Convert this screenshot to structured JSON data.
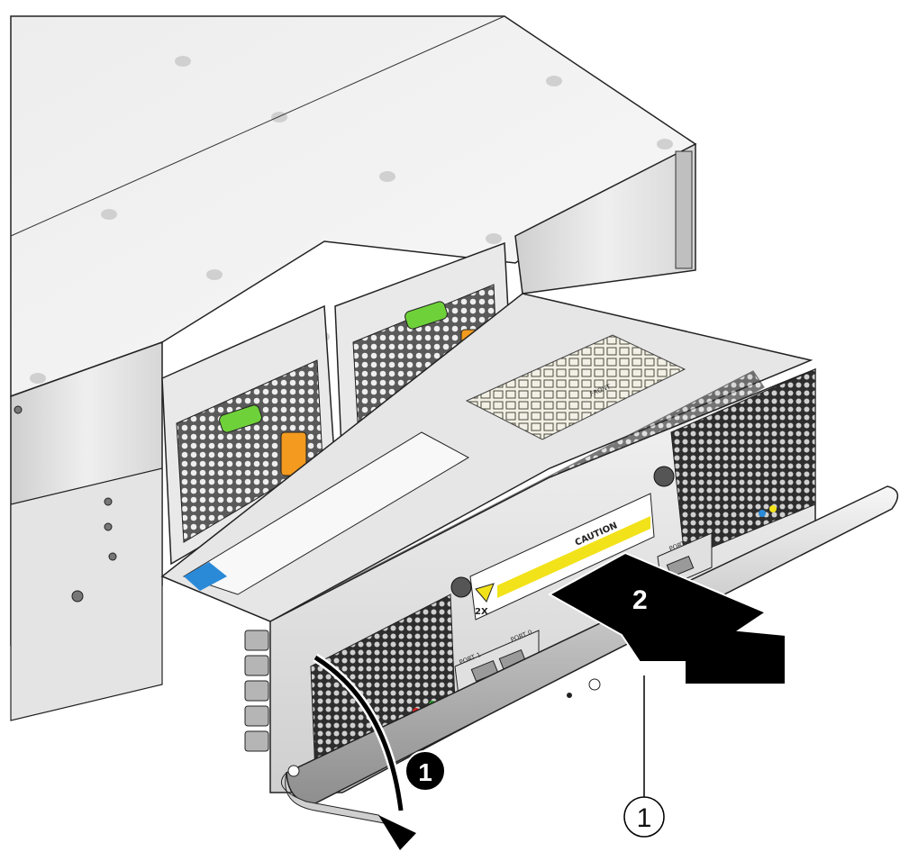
{
  "diagram": {
    "arrow_step_label": "2",
    "rotation_step_label": "1",
    "callout_label": "1",
    "caution_label": "CAUTION",
    "caution_symbol": "2X",
    "port_labels": [
      "PORT 1",
      "PORT 0",
      "PORT 1"
    ],
    "label_front": "FRONT"
  },
  "colors": {
    "chassis_light": "#f2f2f2",
    "chassis_mid": "#d9d9d9",
    "chassis_dark": "#9a9a9a",
    "handle_green": "#6fd13a",
    "power_orange": "#f39a1f",
    "caution_yellow": "#f2e21a",
    "instruction_blue": "#2b8ad8",
    "arrow_black": "#000000"
  }
}
